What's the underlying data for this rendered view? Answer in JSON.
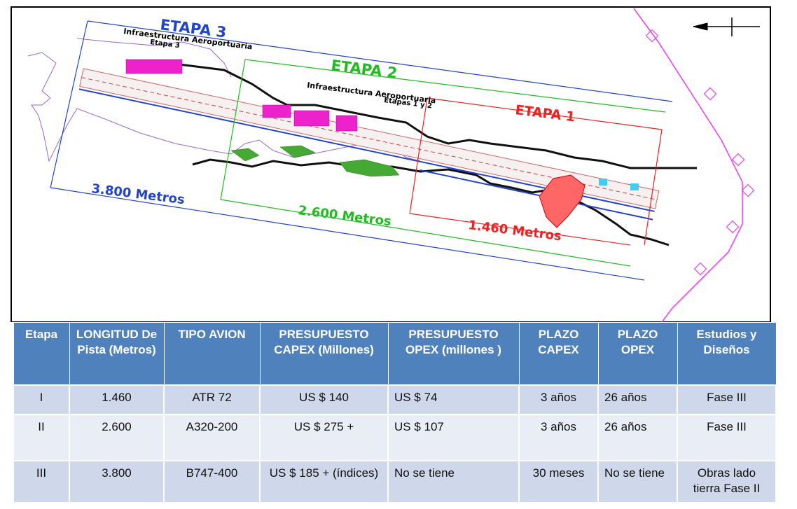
{
  "plan": {
    "stage3": {
      "title": "ETAPA   3",
      "subtitle_1": "Infraestructura Aeroportuaria",
      "subtitle_2": "Etapa 3",
      "length": "3.800  Metros"
    },
    "stage2": {
      "title": "ETAPA   2",
      "subtitle_1": "Infraestructura Aeroportuaria",
      "subtitle_2": "Etapas 1 y 2",
      "length": "2.600  Metros"
    },
    "stage1": {
      "title": "ETAPA   1",
      "length": "1.460  Metros"
    },
    "colors": {
      "stage3": "#2244cc",
      "stage2": "#22bb22",
      "stage1": "#ee2222",
      "power_line": "#ee44ee",
      "buildings": "#ee22cc"
    }
  },
  "table": {
    "headers": [
      "Etapa",
      "LONGITUD De Pista (Metros)",
      "TIPO AVION",
      "PRESUPUESTO CAPEX (Millones)",
      "PRESUPUESTO OPEX (millones )",
      "PLAZO CAPEX",
      "PLAZO OPEX",
      "Estudios y Diseños"
    ],
    "rows": [
      [
        "I",
        "1.460",
        "ATR 72",
        "US $  140",
        "US $   74",
        "3 años",
        "26 años",
        "Fase III"
      ],
      [
        "II",
        "2.600",
        "A320-200",
        "US $  275  +",
        "US $ 107",
        "3 años",
        "26 años",
        "Fase III"
      ],
      [
        "III",
        "3.800",
        "B747-400",
        "US $ 185 + (índices)",
        "No se tiene",
        "30 meses",
        "No se tiene",
        "Obras lado tierra Fase II"
      ]
    ],
    "colors": {
      "header": "#4f81bd",
      "row_dark": "#cfd8ea",
      "row_light": "#e9edf5"
    }
  }
}
